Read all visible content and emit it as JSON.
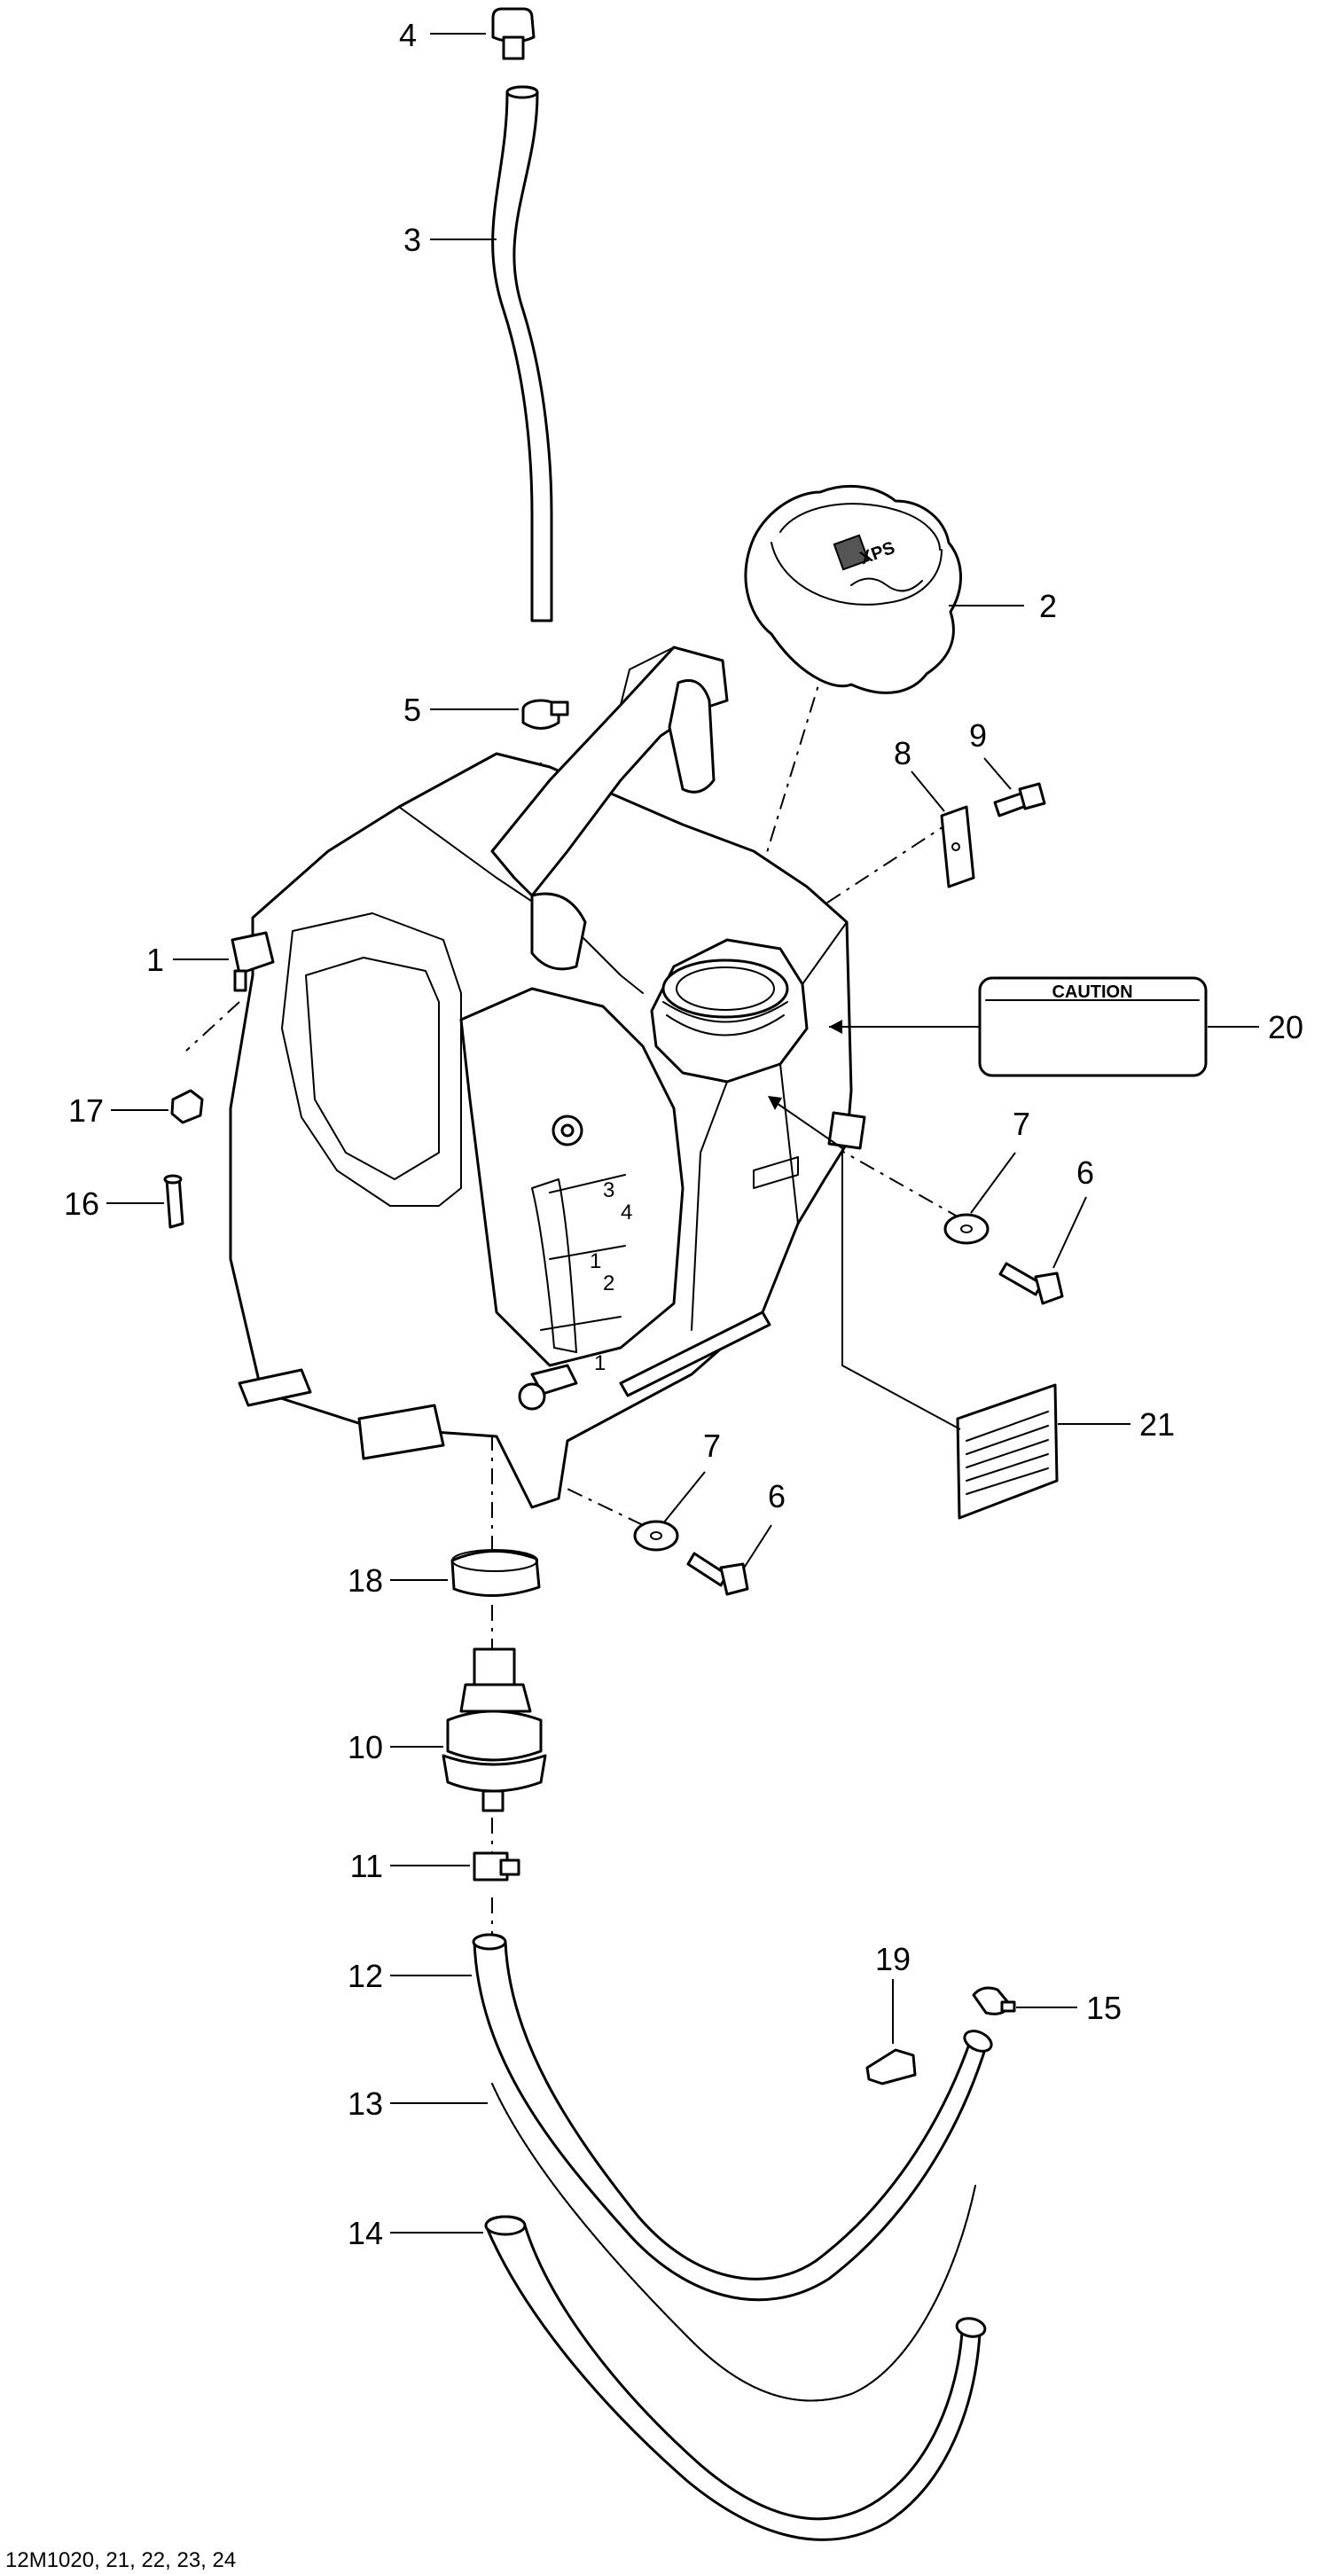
{
  "diagram": {
    "reference": "12M1020, 21, 22, 23, 24",
    "caution_label": "CAUTION",
    "cap_logo": "XPS",
    "callouts": [
      "4",
      "3",
      "2",
      "5",
      "8",
      "9",
      "1",
      "20",
      "17",
      "7",
      "6",
      "16",
      "21",
      "7",
      "6",
      "18",
      "10",
      "11",
      "12",
      "19",
      "15",
      "13",
      "14"
    ]
  }
}
